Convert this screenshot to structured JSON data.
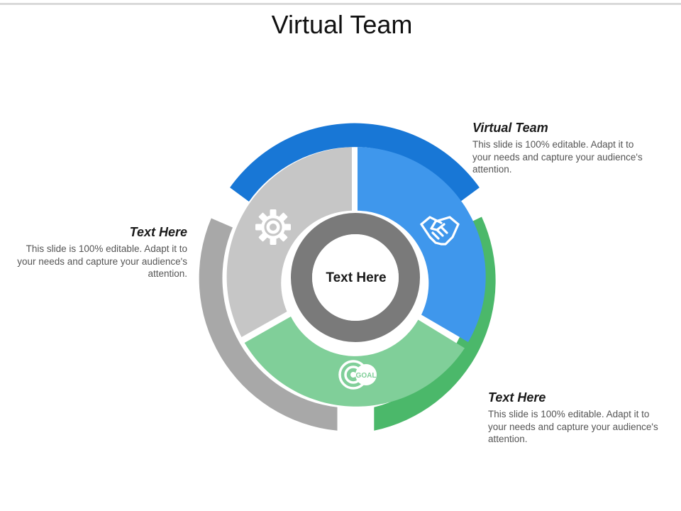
{
  "title": "Virtual Team",
  "center_label": "Text Here",
  "colors": {
    "blue_outer": "#1877d6",
    "blue_inner": "#3f97ec",
    "green_outer": "#4bb86a",
    "green_inner": "#80cf99",
    "gray_outer": "#a8a8a8",
    "gray_inner": "#c6c6c6",
    "hub": "#7a7a7a"
  },
  "segments": [
    {
      "name": "blue",
      "icon": "handshake-icon"
    },
    {
      "name": "green",
      "icon": "goal-target-icon",
      "icon_text": "GOAL"
    },
    {
      "name": "gray",
      "icon": "gear-icon"
    }
  ],
  "callouts": [
    {
      "heading": "Virtual Team",
      "body": "This slide is 100% editable. Adapt it to your needs and capture your audience's attention."
    },
    {
      "heading": "Text Here",
      "body": "This slide is 100% editable. Adapt it to your needs and capture your audience's attention."
    },
    {
      "heading": "Text Here",
      "body": "This slide is 100% editable. Adapt it to your needs and capture your audience's attention."
    }
  ]
}
